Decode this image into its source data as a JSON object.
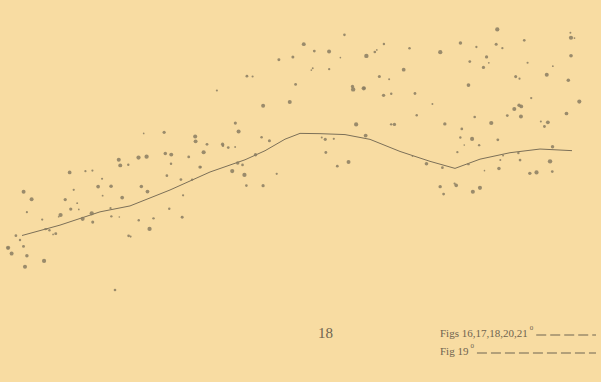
{
  "diagram": {
    "labels": [
      "18",
      "Figs 16,17,18,20,21",
      "0",
      "Fig 19",
      "0"
    ]
  }
}
